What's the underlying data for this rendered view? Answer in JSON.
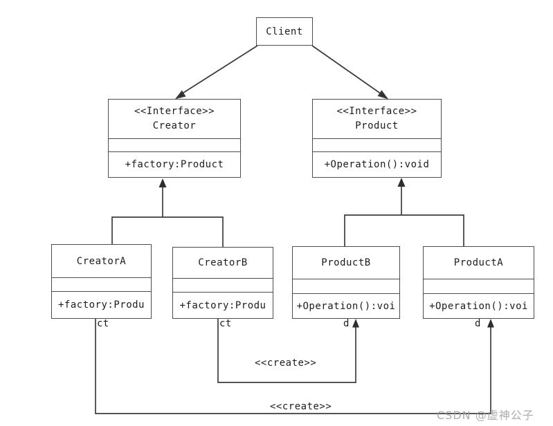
{
  "colors": {
    "line": "#3c3c3c",
    "box_border": "#4c4c4c",
    "background": "#ffffff",
    "watermark": "#9e9e9e"
  },
  "client": {
    "name": "Client"
  },
  "creator_interface": {
    "stereotype": "<<Interface>>",
    "name": "Creator",
    "attribute": "+factory:Product"
  },
  "product_interface": {
    "stereotype": "<<Interface>>",
    "name": "Product",
    "attribute": "+Operation():void"
  },
  "creator_a": {
    "name": "CreatorA",
    "attribute": "+factory:Produ",
    "attribute_overflow": "ct"
  },
  "creator_b": {
    "name": "CreatorB",
    "attribute": "+factory:Produ",
    "attribute_overflow": "ct"
  },
  "product_b": {
    "name": "ProductB",
    "attribute": "+Operation():voi",
    "attribute_overflow": "d"
  },
  "product_a": {
    "name": "ProductA",
    "attribute": "+Operation():voi",
    "attribute_overflow": "d"
  },
  "labels": {
    "create_upper": "<<create>>",
    "create_lower": "<<create>>"
  },
  "watermark": {
    "text": "CSDN @虚神公子"
  }
}
